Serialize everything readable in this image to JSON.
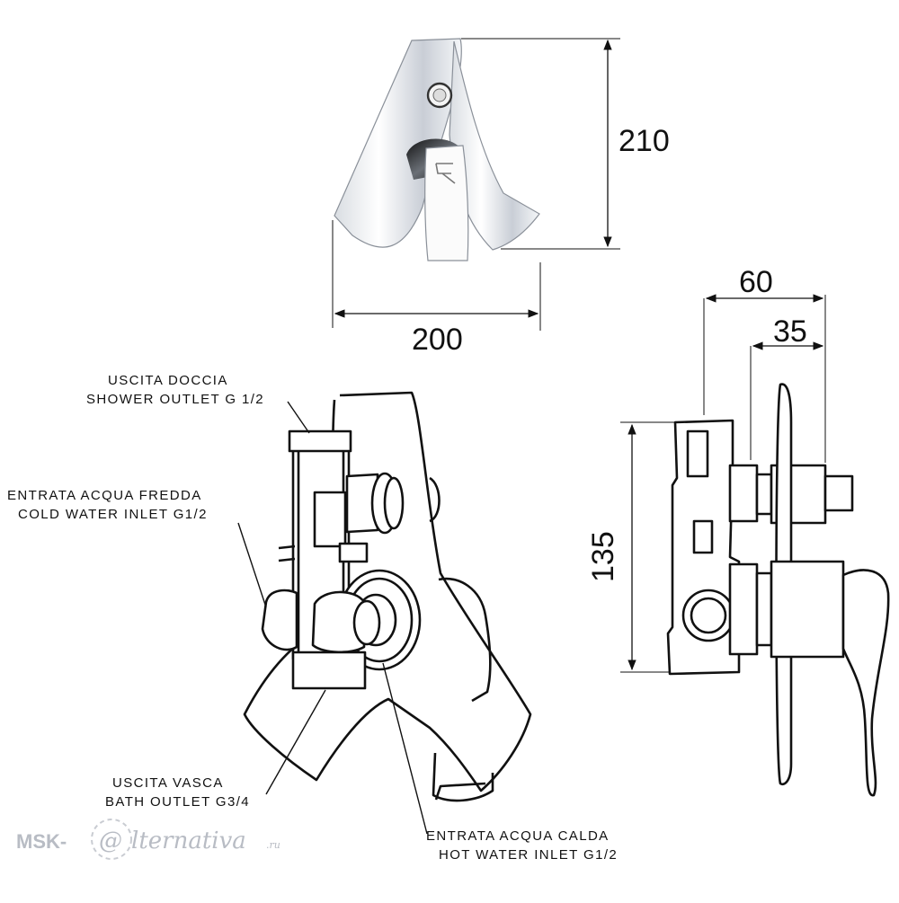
{
  "dimensions": {
    "height_total": "210",
    "width_total": "200",
    "depth_total": "60",
    "depth_plate": "35",
    "body_height": "135"
  },
  "labels": {
    "shower_outlet": {
      "line1": "USCITA DOCCIA",
      "line2": "SHOWER OUTLET G 1/2"
    },
    "cold_inlet": {
      "line1": "ENTRATA ACQUA FREDDA",
      "line2": "COLD WATER INLET G1/2"
    },
    "bath_outlet": {
      "line1": "USCITA VASCA",
      "line2": "BATH OUTLET G3/4"
    },
    "hot_inlet": {
      "line1": "ENTRATA ACQUA CALDA",
      "line2": "HOT WATER INLET G1/2"
    }
  },
  "watermark": {
    "prefix": "MSK-",
    "emblem": "@",
    "name": "lternativa",
    "suffix": ".ru"
  }
}
